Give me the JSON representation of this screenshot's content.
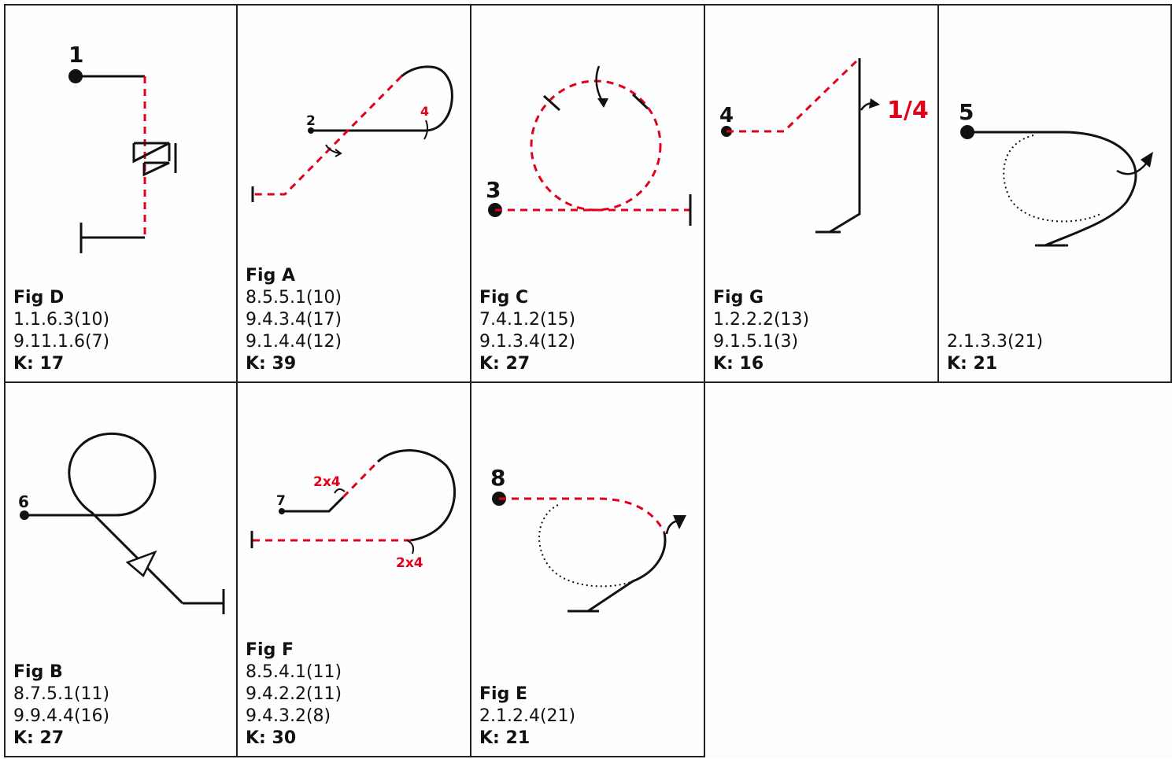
{
  "figures": [
    {
      "id": "D",
      "title": "Fig D",
      "codes": [
        "1.1.6.3(10)",
        "9.11.1.6(7)"
      ],
      "k": "K: 17",
      "start_number": "1"
    },
    {
      "id": "A",
      "title": "Fig A",
      "codes": [
        "8.5.5.1(10)",
        "9.4.3.4(17)",
        "9.1.4.4(12)"
      ],
      "k": "K: 39",
      "start_number": "2",
      "roll_label": "4"
    },
    {
      "id": "C",
      "title": "Fig C",
      "codes": [
        "7.4.1.2(15)",
        "9.1.3.4(12)"
      ],
      "k": "K: 27",
      "start_number": "3"
    },
    {
      "id": "G",
      "title": "Fig G",
      "codes": [
        "1.2.2.2(13)",
        "9.1.5.1(3)"
      ],
      "k": "K: 16",
      "start_number": "4",
      "roll_label": "1/4"
    },
    {
      "id": "5",
      "title": "",
      "codes": [
        "2.1.3.3(21)"
      ],
      "k": "K: 21",
      "start_number": "5"
    },
    {
      "id": "B",
      "title": "Fig B",
      "codes": [
        "8.7.5.1(11)",
        "9.9.4.4(16)"
      ],
      "k": "K: 27",
      "start_number": "6"
    },
    {
      "id": "F",
      "title": "Fig F",
      "codes": [
        "8.5.4.1(11)",
        "9.4.2.2(11)",
        "9.4.3.2(8)"
      ],
      "k": "K: 30",
      "start_number": "7",
      "roll_label_1": "2x4",
      "roll_label_2": "2x4"
    },
    {
      "id": "E",
      "title": "Fig E",
      "codes": [
        "2.1.2.4(21)"
      ],
      "k": "K: 21",
      "start_number": "8"
    }
  ],
  "colors": {
    "line": "#111111",
    "accent": "#e2001a",
    "border": "#222222"
  }
}
